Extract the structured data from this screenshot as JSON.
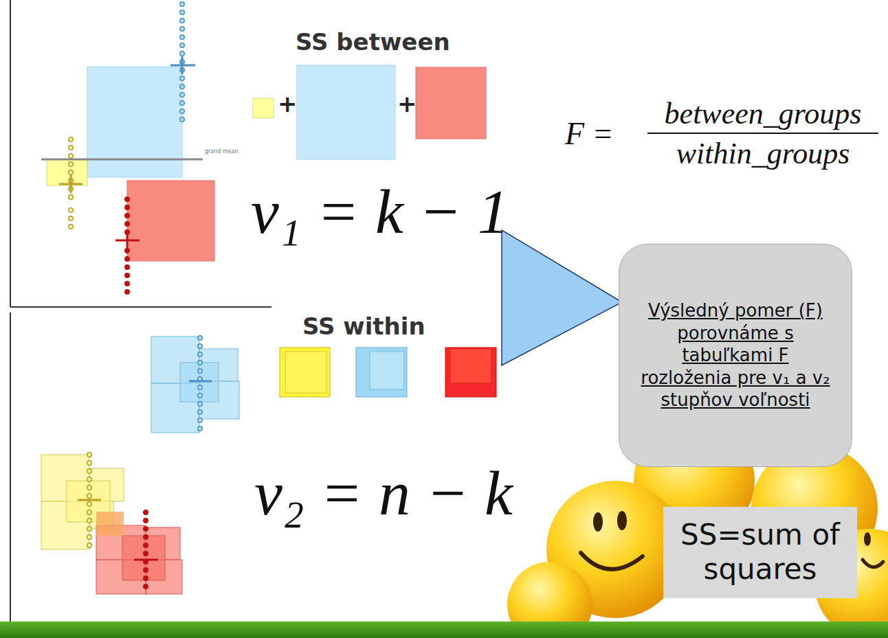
{
  "diagram": {
    "nodes": [
      {
        "text": [
          "Výsledný pomer (F) porovnáme s tabuľkami F rozloženia pre v₁ a v₂ stupňov voľnosti"
        ]
      },
      {
        "text": [
          "SS=sum of squares"
        ]
      }
    ],
    "labels": [
      "SS between",
      "+",
      "+",
      "grand mean",
      "F =",
      "between_groups",
      "within_groups",
      "ν₁ = k − 1",
      "SS within",
      "ν₂ = n − k"
    ]
  }
}
